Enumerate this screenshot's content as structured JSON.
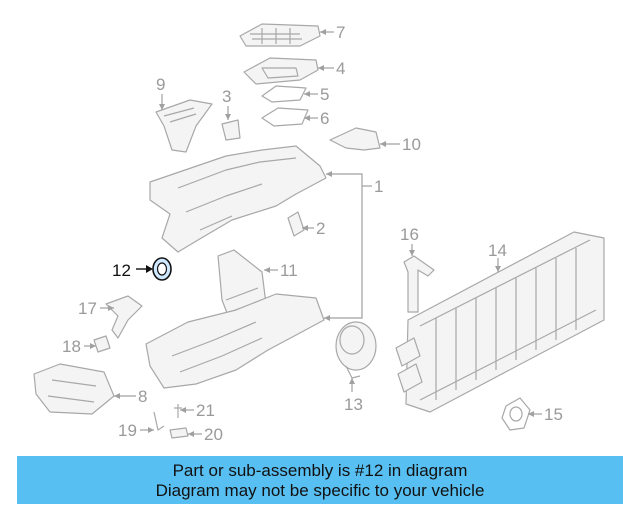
{
  "diagram": {
    "callouts": [
      "1",
      "2",
      "3",
      "4",
      "5",
      "6",
      "7",
      "8",
      "9",
      "10",
      "11",
      "12",
      "13",
      "14",
      "15",
      "16",
      "17",
      "18",
      "19",
      "20",
      "21"
    ],
    "highlighted_callout": "12",
    "highlight_color": "#111111",
    "muted_color": "#9a9a9a"
  },
  "banner": {
    "line1": "Part or sub-assembly is #12 in diagram",
    "line2": "Diagram may not be specific to your vehicle",
    "background": "#58bff2"
  }
}
